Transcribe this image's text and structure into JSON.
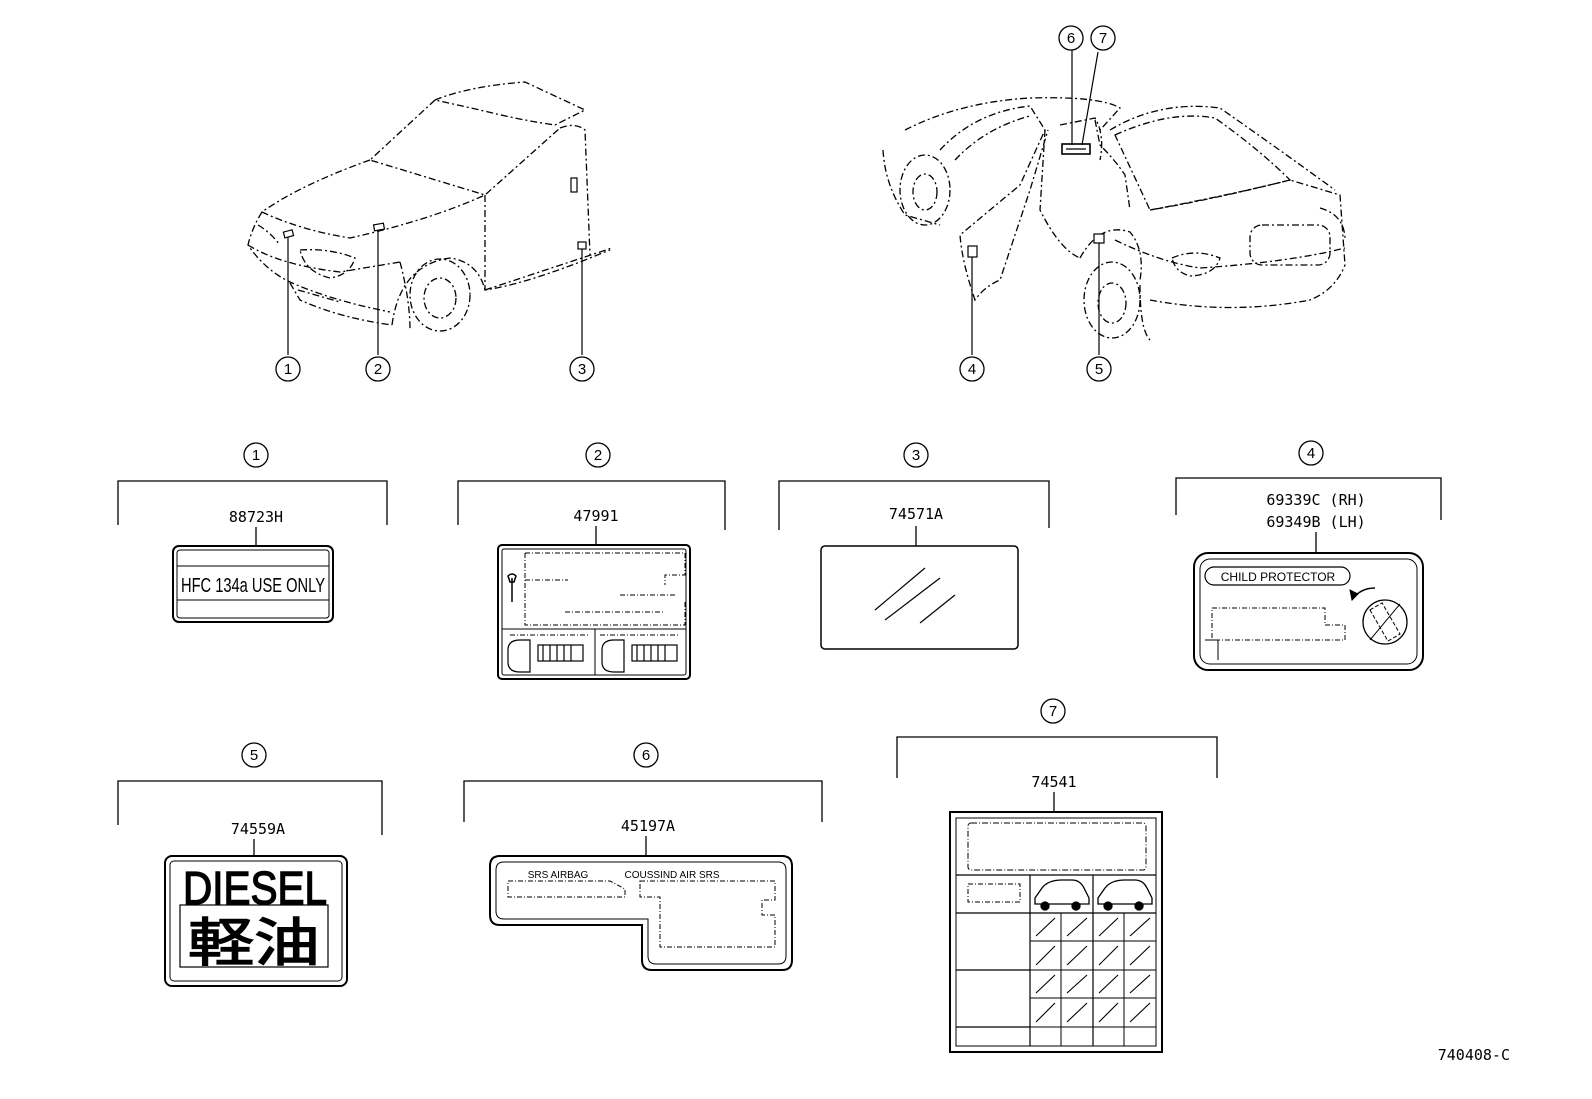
{
  "diagram": {
    "drawing_number": "740408-C",
    "callouts": [
      "1",
      "2",
      "3",
      "4",
      "5",
      "6",
      "7"
    ],
    "parts": [
      {
        "id": "1",
        "part_numbers": [
          "88723H"
        ],
        "label_text": "HFC 134a USE ONLY"
      },
      {
        "id": "2",
        "part_numbers": [
          "47991"
        ]
      },
      {
        "id": "3",
        "part_numbers": [
          "74571A"
        ]
      },
      {
        "id": "4",
        "part_numbers": [
          "69339C (RH)",
          "69349B (LH)"
        ],
        "label_text": "CHILD   PROTECTOR"
      },
      {
        "id": "5",
        "part_numbers": [
          "74559A"
        ],
        "label_text": "DIESEL",
        "label_text_2": "軽油"
      },
      {
        "id": "6",
        "part_numbers": [
          "45197A"
        ],
        "label_text": "SRS AIRBAG",
        "label_text_2": "COUSSIND   AIR   SRS"
      },
      {
        "id": "7",
        "part_numbers": [
          "74541"
        ]
      }
    ]
  }
}
